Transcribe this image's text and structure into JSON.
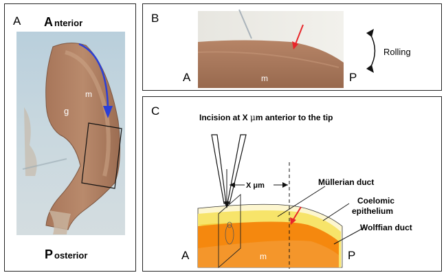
{
  "panelA": {
    "letter": "A",
    "anterior_cap": "A",
    "anterior_rest": "nterior",
    "posterior_cap": "P",
    "posterior_rest": "osterior",
    "label_m": "m",
    "label_g": "g"
  },
  "panelB": {
    "letter": "B",
    "label_a": "A",
    "label_p": "P",
    "label_m": "m",
    "rolling": "Rolling"
  },
  "panelC": {
    "letter": "C",
    "title_pre": "Incision at X ",
    "title_mu": "μ",
    "title_post": "m anterior to the tip",
    "xum": "X μm",
    "mullerian": "Müllerian duct",
    "coelomic1": "Coelomic",
    "coelomic2": "epithelium",
    "wolffian": "Wolffian duct",
    "label_a": "A",
    "label_p": "P",
    "label_m": "m"
  },
  "colors": {
    "arrow_blue": "#2b3fd6",
    "arrow_red": "#e8262a",
    "orange": "#f5880e",
    "yellow": "#f7e46a",
    "cream": "#fdf6cf"
  }
}
